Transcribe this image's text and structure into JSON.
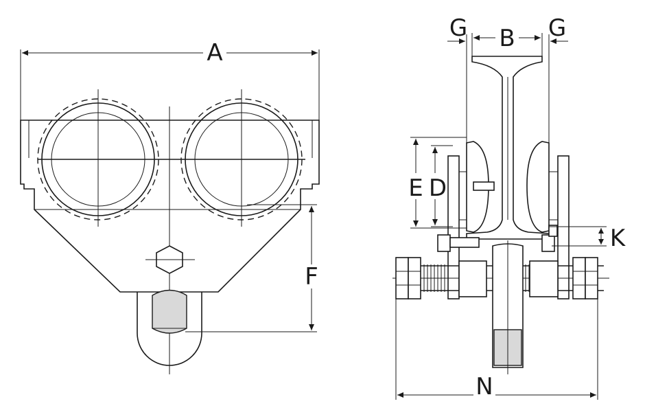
{
  "dimensions": {
    "A": "A",
    "B": "B",
    "G_left": "G",
    "G_right": "G",
    "D": "D",
    "E": "E",
    "F": "F",
    "K": "K",
    "N": "N"
  },
  "colors": {
    "line": "#1a1a1a",
    "shade": "#d9d9d9",
    "background": "#ffffff"
  }
}
